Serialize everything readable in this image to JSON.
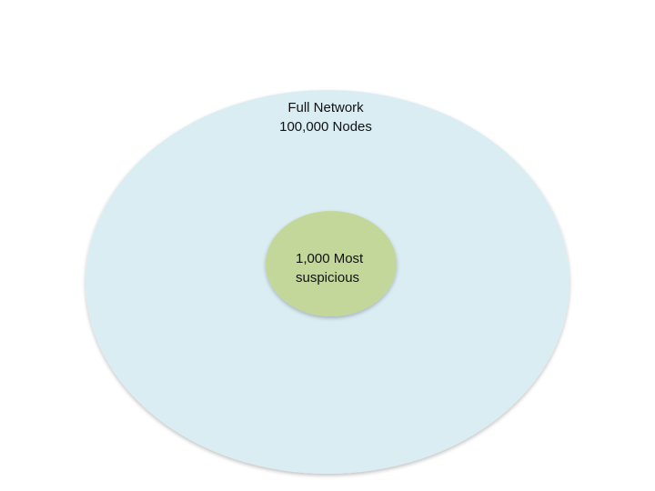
{
  "outer_circle": {
    "label_line1": "Full Network",
    "label_line2": "100,000 Nodes",
    "fill_color": "#daedf3"
  },
  "inner_circle": {
    "label_line1": "1,000 Most",
    "label_line2": "suspicious",
    "fill_color": "#c4d79b"
  }
}
